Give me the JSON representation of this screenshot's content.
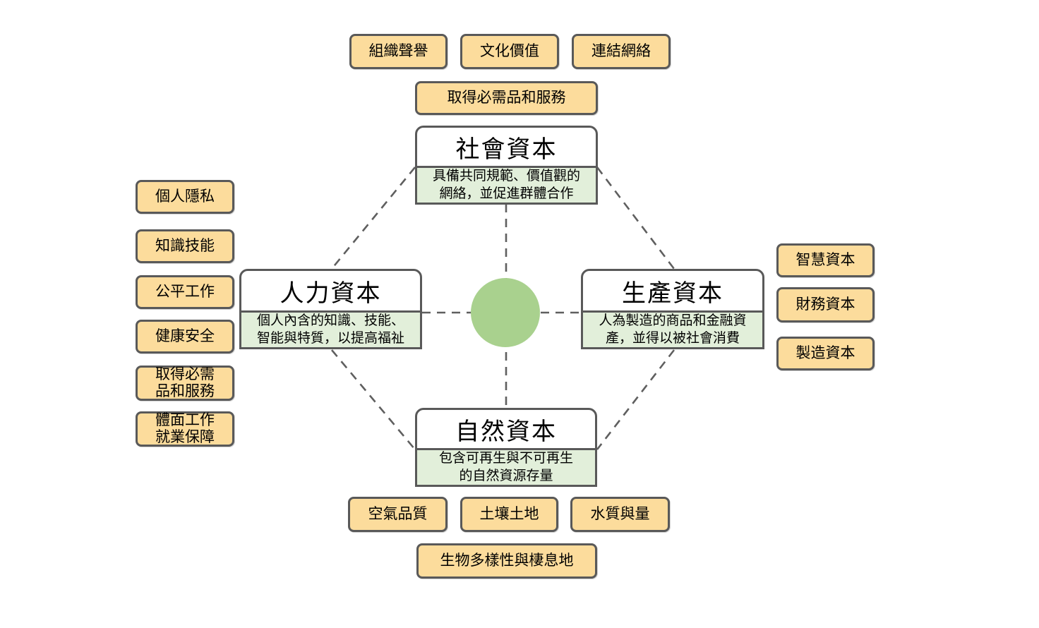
{
  "colors": {
    "tag_bg": "#FCDC9C",
    "tag_border": "#595959",
    "capital_border": "#595959",
    "capital_title_bg": "#FFFFFF",
    "capital_desc_bg": "#E2EFDA",
    "center_circle": "#A9D18E",
    "connector_line": "#5F5F5F",
    "text": "#000000"
  },
  "capitals": {
    "social": {
      "title": "社會資本",
      "desc": "具備共同規範、價值觀的\n網絡，並促進群體合作"
    },
    "human": {
      "title": "人力資本",
      "desc": "個人內含的知識、技能、\n智能與特質，以提高福祉"
    },
    "produced": {
      "title": "生產資本",
      "desc": "人為製造的商品和金融資\n產，並得以被社會消費"
    },
    "natural": {
      "title": "自然資本",
      "desc": "包含可再生與不可再生\n的自然資源存量"
    }
  },
  "tags": {
    "social_top": [
      "組織聲譽",
      "文化價值",
      "連結網絡"
    ],
    "social_wide": "取得必需品和服務",
    "human_left": [
      "個人隱私",
      "知識技能",
      "公平工作",
      "健康安全",
      "取得必需\n品和服務",
      "體面工作\n就業保障"
    ],
    "produced_right": [
      "智慧資本",
      "財務資本",
      "製造資本"
    ],
    "natural_bottom": [
      "空氣品質",
      "土壤土地",
      "水質與量"
    ],
    "natural_wide": "生物多樣性與棲息地"
  }
}
